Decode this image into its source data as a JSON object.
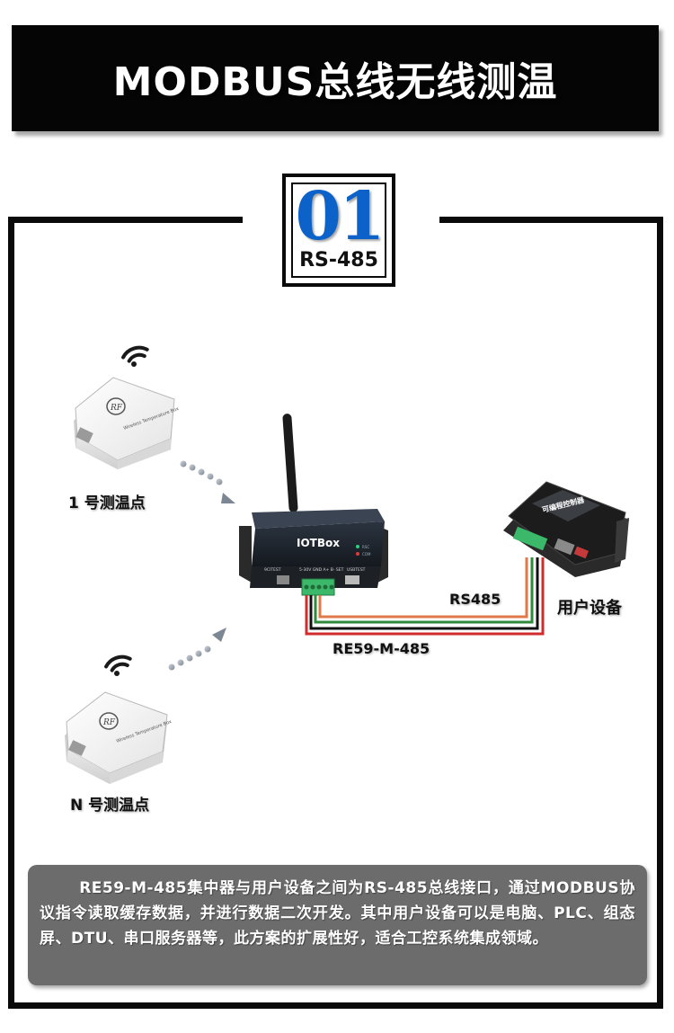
{
  "header": {
    "title": "MODBUS总线无线测温"
  },
  "badge": {
    "number": "01",
    "subtitle": "RS-485"
  },
  "sensors": [
    {
      "label": "1 号测温点",
      "brand": "RF",
      "model_text": "Wireless Temperature Box"
    },
    {
      "label": "N 号测温点",
      "brand": "RF",
      "model_text": "Wireless Temperature Box"
    }
  ],
  "hub": {
    "brand": "IOTBox",
    "indicators": [
      "RSC",
      "COM"
    ],
    "port_labels": [
      "9CITEST",
      "5-30V GND A+ B- SET",
      "USBTEST"
    ]
  },
  "plc": {
    "name": "可编程控制器"
  },
  "links": {
    "bus_label": "RS485",
    "device_label": "RE59-M-485",
    "user_device_label": "用户设备"
  },
  "description": "RE59-M-485集中器与用户设备之间为RS-485总线接口，通过MODBUS协议指令读取缓存数据，并进行数据二次开发。其中用户设备可以是电脑、PLC、组态屏、DTU、串口服务器等，此方案的扩展性好，适合工控系统集成领域。",
  "colors": {
    "title_bg": "#050505",
    "badge_blue": "#0c62c9",
    "wire_red": "#d22b2b",
    "wire_orange": "#e07a4a",
    "wire_green": "#2e8b3b",
    "desc_bg": "#6c6c6c"
  }
}
